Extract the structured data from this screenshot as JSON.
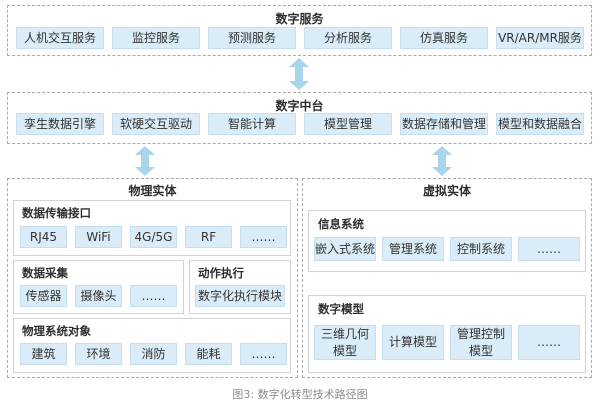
{
  "digital_services": {
    "title": "数字服务",
    "items": [
      "人机交互服务",
      "监控服务",
      "预测服务",
      "分析服务",
      "仿真服务",
      "VR/AR/MR服务"
    ]
  },
  "digital_middle_platform": {
    "title": "数字中台",
    "items": [
      "孪生数据引擎",
      "软硬交互驱动",
      "智能计算",
      "模型管理",
      "数据存储和管理",
      "模型和数据融合"
    ]
  },
  "physical_entity": {
    "title": "物理实体",
    "data_transfer": {
      "title": "数据传输接口",
      "items": [
        "RJ45",
        "WiFi",
        "4G/5G",
        "RF",
        "……"
      ]
    },
    "data_collection": {
      "title": "数据采集",
      "items": [
        "传感器",
        "摄像头",
        "……"
      ]
    },
    "action_execution": {
      "title": "动作执行",
      "items": [
        "数字化执行模块"
      ]
    },
    "physical_objects": {
      "title": "物理系统对象",
      "items": [
        "建筑",
        "环境",
        "消防",
        "能耗",
        "……"
      ]
    }
  },
  "virtual_entity": {
    "title": "虚拟实体",
    "information_system": {
      "title": "信息系统",
      "items": [
        "嵌入式系统",
        "管理系统",
        "控制系统",
        "……"
      ]
    },
    "digital_model": {
      "title": "数字模型",
      "items": [
        "三维几何\n模型",
        "计算模型",
        "管理控制\n模型",
        "……"
      ]
    }
  },
  "caption": "图3: 数字化转型技术路径图",
  "colors": {
    "chip_fill": "#d9ecf7",
    "chip_border": "#c4e0f0",
    "arrow": "#a9d4ea",
    "panel_border": "#a9a9a9",
    "sub_border": "#d3d3d3",
    "caption": "#8c8c8c"
  }
}
